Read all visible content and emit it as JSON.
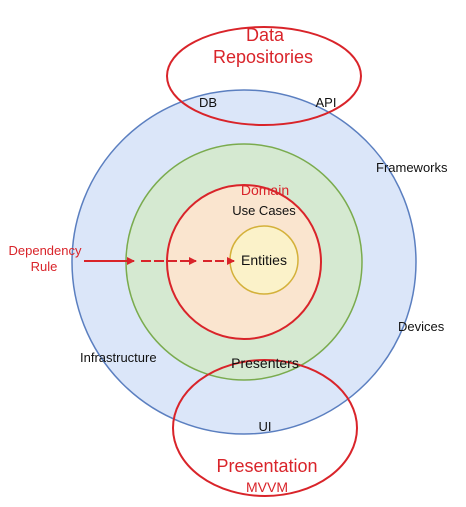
{
  "labels": {
    "data_repositories_line1": "Data",
    "data_repositories_line2": "Repositories",
    "db": "DB",
    "api": "API",
    "frameworks": "Frameworks",
    "devices": "Devices",
    "infrastructure": "Infrastructure",
    "domain": "Domain",
    "use_cases": "Use Cases",
    "entities": "Entities",
    "presenters": "Presenters",
    "ui": "UI",
    "presentation": "Presentation",
    "mvvm": "MVVM",
    "dependency_line1": "Dependency",
    "dependency_line2": "Rule"
  },
  "colors": {
    "outer_ring_fill": "#dbe6f9",
    "outer_ring_stroke": "#5b7fc0",
    "middle_ring_fill": "#d5e9d1",
    "middle_ring_stroke": "#7aab4e",
    "domain_ring_fill": "#fae5cf",
    "domain_ring_stroke": "#d9242a",
    "entities_fill": "#fbf2c9",
    "entities_stroke": "#d4b13a",
    "accent_red": "#d9242a",
    "text_dark": "#111111"
  }
}
